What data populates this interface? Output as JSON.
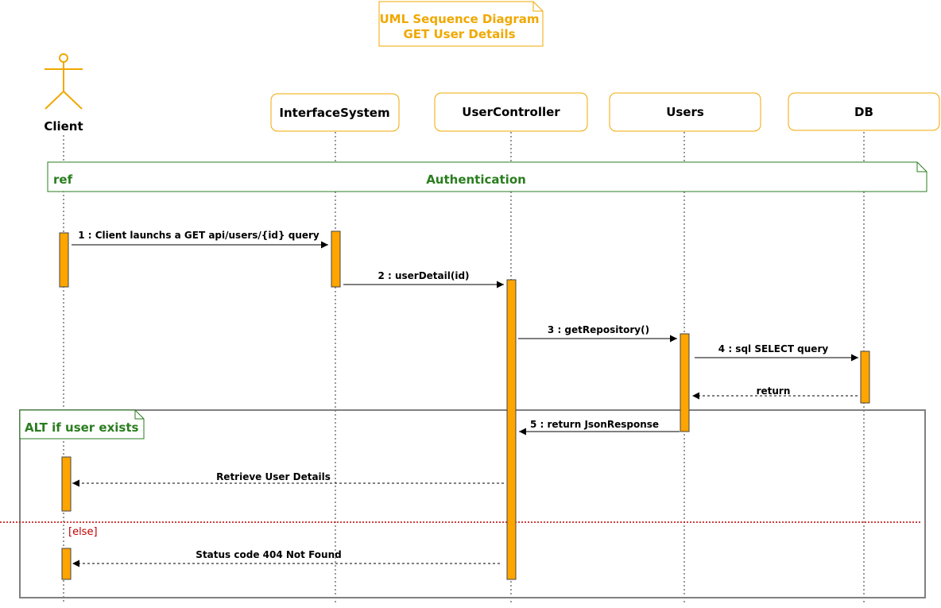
{
  "title_note": {
    "line1": "UML Sequence Diagram",
    "line2": "GET User Details"
  },
  "actor": {
    "label": "Client"
  },
  "participants": [
    {
      "id": "interface",
      "label": "InterfaceSystem"
    },
    {
      "id": "controller",
      "label": "UserController"
    },
    {
      "id": "users",
      "label": "Users"
    },
    {
      "id": "db",
      "label": "DB"
    }
  ],
  "ref_frame": {
    "tag": "ref",
    "label": "Authentication"
  },
  "messages": [
    {
      "label": "1  : Client launchs a GET api/users/{id} query"
    },
    {
      "label": "2 : userDetail(id)"
    },
    {
      "label": "3 : getRepository()"
    },
    {
      "label": "4 : sql SELECT query"
    },
    {
      "label": "return"
    },
    {
      "label": "5 : return JsonResponse"
    },
    {
      "label": "Retrieve User Details"
    },
    {
      "label": "Status code 404 Not Found"
    }
  ],
  "alt_frame": {
    "label": "ALT if user exists",
    "else_guard": "[else]"
  },
  "colors": {
    "accent": "#f0a800",
    "activation_fill": "#ffa500",
    "ref_green": "#2a7d1f",
    "alt_border": "#808080",
    "else_red": "#c00000"
  }
}
